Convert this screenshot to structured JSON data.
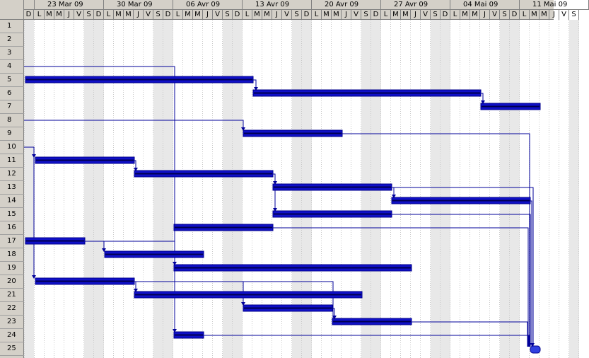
{
  "timescale": {
    "weeks": [
      "",
      "23 Mar 09",
      "30 Mar 09",
      "06 Avr 09",
      "13 Avr 09",
      "20 Avr 09",
      "27 Avr 09",
      "04 Mai 09",
      "11 Mai 09"
    ],
    "day_letters": [
      "D",
      "L",
      "M",
      "M",
      "J",
      "V",
      "S"
    ]
  },
  "rows": [
    "1",
    "2",
    "3",
    "4",
    "5",
    "6",
    "7",
    "8",
    "9",
    "10",
    "11",
    "12",
    "13",
    "14",
    "15",
    "16",
    "17",
    "18",
    "19",
    "20",
    "21",
    "22",
    "23",
    "24",
    "25"
  ],
  "colors": {
    "bar": "#1010c8",
    "bar_dark": "#00008b",
    "link": "#00009a",
    "weekend": "#e8e8e8",
    "milestone": "#3040e0"
  },
  "tasks": [
    {
      "row": 5,
      "start": 0,
      "end": 23
    },
    {
      "row": 6,
      "start": 23,
      "end": 46
    },
    {
      "row": 7,
      "start": 46,
      "end": 52
    },
    {
      "row": 9,
      "start": 22,
      "end": 32
    },
    {
      "row": 11,
      "start": 1,
      "end": 11
    },
    {
      "row": 12,
      "start": 11,
      "end": 25
    },
    {
      "row": 13,
      "start": 25,
      "end": 37
    },
    {
      "row": 14,
      "start": 37,
      "end": 51
    },
    {
      "row": 15,
      "start": 25,
      "end": 37
    },
    {
      "row": 16,
      "start": 15,
      "end": 25
    },
    {
      "row": 17,
      "start": 0,
      "end": 6
    },
    {
      "row": 18,
      "start": 8,
      "end": 18
    },
    {
      "row": 19,
      "start": 15,
      "end": 39
    },
    {
      "row": 20,
      "start": 1,
      "end": 11
    },
    {
      "row": 21,
      "start": 11,
      "end": 34
    },
    {
      "row": 22,
      "start": 22,
      "end": 31
    },
    {
      "row": 23,
      "start": 31,
      "end": 39
    },
    {
      "row": 24,
      "start": 15,
      "end": 18
    }
  ],
  "milestones": [
    {
      "row": 25,
      "at": 51.5
    }
  ]
}
